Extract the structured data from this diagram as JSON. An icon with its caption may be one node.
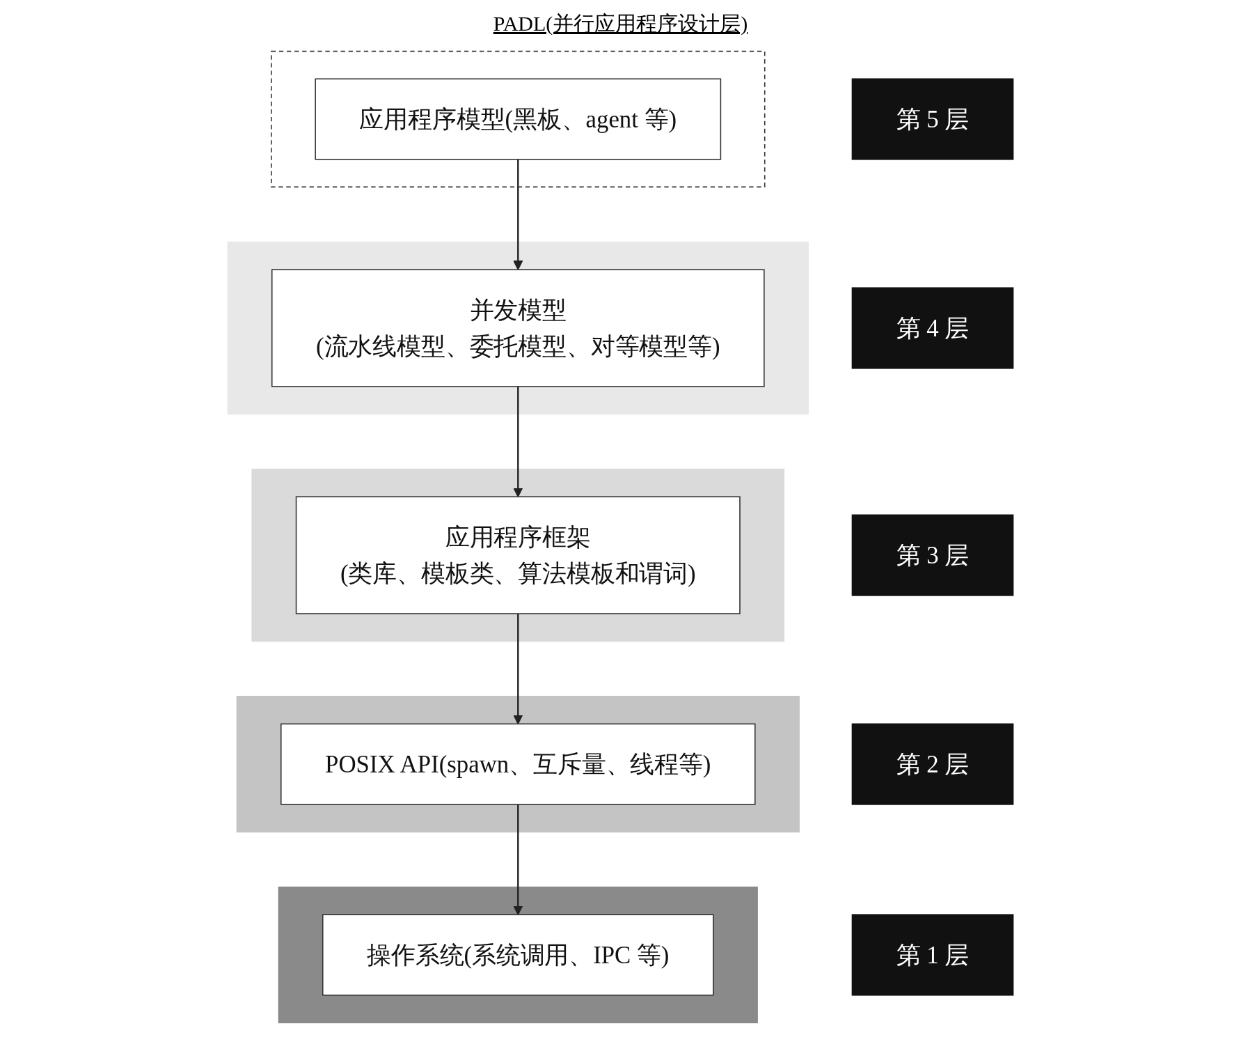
{
  "diagram": {
    "title": "PADL(并行应用程序设计层)",
    "nodes": [
      {
        "text": [
          "第 5 层"
        ]
      },
      {
        "text": [],
        "shape": "box"
      },
      {
        "text": [
          "应用程序模型(黑板、agent 等)"
        ],
        "in": 1
      },
      {
        "text": [
          "第 4 层"
        ]
      },
      {
        "text": [],
        "shape": "box"
      },
      {
        "text": [
          "并发模型",
          "(流水线模型、委托模型、对等模型等)"
        ],
        "in": 4
      },
      {
        "text": [
          "第 3 层"
        ]
      },
      {
        "text": [],
        "shape": "box"
      },
      {
        "text": [
          "应用程序框架",
          "(类库、模板类、算法模板和谓词)"
        ],
        "in": 7
      },
      {
        "text": [
          "第 2 层"
        ]
      },
      {
        "text": [],
        "shape": "box"
      },
      {
        "text": [
          "POSIX API(spawn、互斥量、线程等)"
        ],
        "in": 10
      },
      {
        "text": [
          "第 1 层"
        ]
      },
      {
        "text": [],
        "shape": "box"
      },
      {
        "text": [
          "操作系统(系统调用、IPC 等)"
        ],
        "in": 13
      }
    ],
    "edges": [
      {
        "from": 2,
        "to": 5,
        "arrow": "to"
      },
      {
        "from": 5,
        "to": 8,
        "arrow": "to"
      },
      {
        "from": 8,
        "to": 11,
        "arrow": "to"
      },
      {
        "from": 11,
        "to": 14,
        "arrow": "to"
      }
    ]
  }
}
